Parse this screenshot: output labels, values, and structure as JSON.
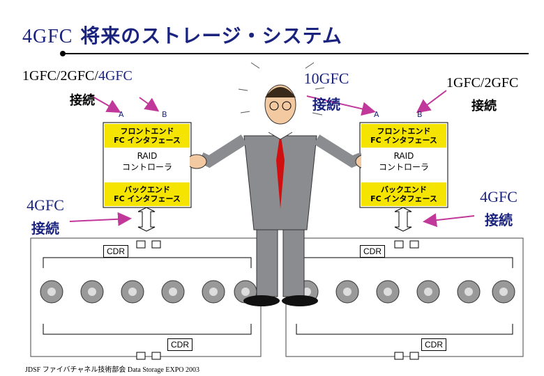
{
  "title": {
    "latin": "4GFC",
    "jp": "将来のストレージ・システム"
  },
  "left_top": {
    "speeds": "1GFC/2GFC/",
    "highlight": "4GFC",
    "label": "接続"
  },
  "right_top": {
    "speeds": "1GFC/2GFC",
    "label": "接続"
  },
  "center": {
    "speed": "10GFC",
    "label": "接続"
  },
  "side_left": {
    "speed": "4GFC",
    "label": "接続"
  },
  "side_right": {
    "speed": "4GFC",
    "label": "接続"
  },
  "port_a": "A",
  "port_b": "B",
  "controller": {
    "front_line1": "フロントエンド",
    "front_line2": "FC インタフェース",
    "raid_line1": "RAID",
    "raid_line2": "コントローラ",
    "back_line1": "バックエンド",
    "back_line2": "FC インタフェース"
  },
  "cdr": "CDR",
  "footer": "JDSF ファイバチャネル技術部会 Data Storage EXPO 2003",
  "colors": {
    "accent": "#1a237e",
    "yellow": "#f5e400",
    "pink_arrow": "#c0399a",
    "title": "#1a237e"
  }
}
